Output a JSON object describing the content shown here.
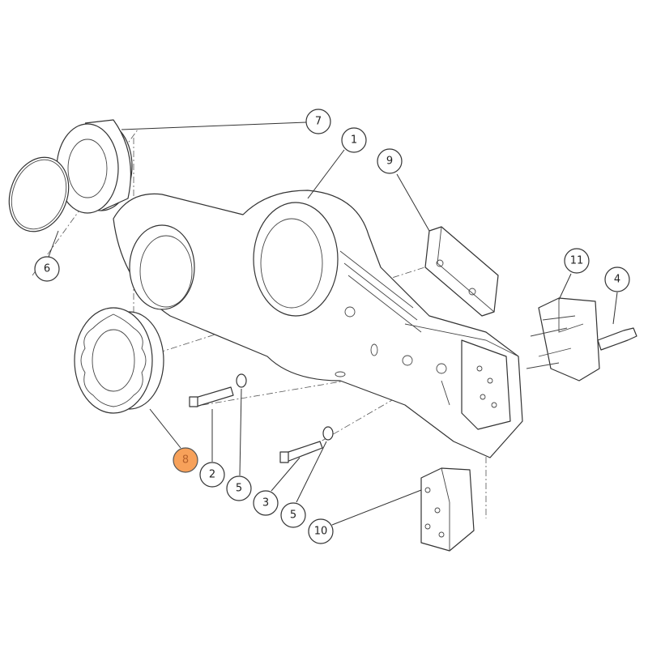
{
  "diagram": {
    "title": "Exploded parts view",
    "highlight_color": "#f7a15a",
    "callouts": [
      {
        "label": "1",
        "highlighted": false
      },
      {
        "label": "2",
        "highlighted": false
      },
      {
        "label": "3",
        "highlighted": false
      },
      {
        "label": "4",
        "highlighted": false
      },
      {
        "label": "5",
        "highlighted": false
      },
      {
        "label": "5",
        "highlighted": false
      },
      {
        "label": "6",
        "highlighted": false
      },
      {
        "label": "7",
        "highlighted": false
      },
      {
        "label": "8",
        "highlighted": true
      },
      {
        "label": "9",
        "highlighted": false
      },
      {
        "label": "10",
        "highlighted": false
      },
      {
        "label": "11",
        "highlighted": false
      }
    ]
  }
}
